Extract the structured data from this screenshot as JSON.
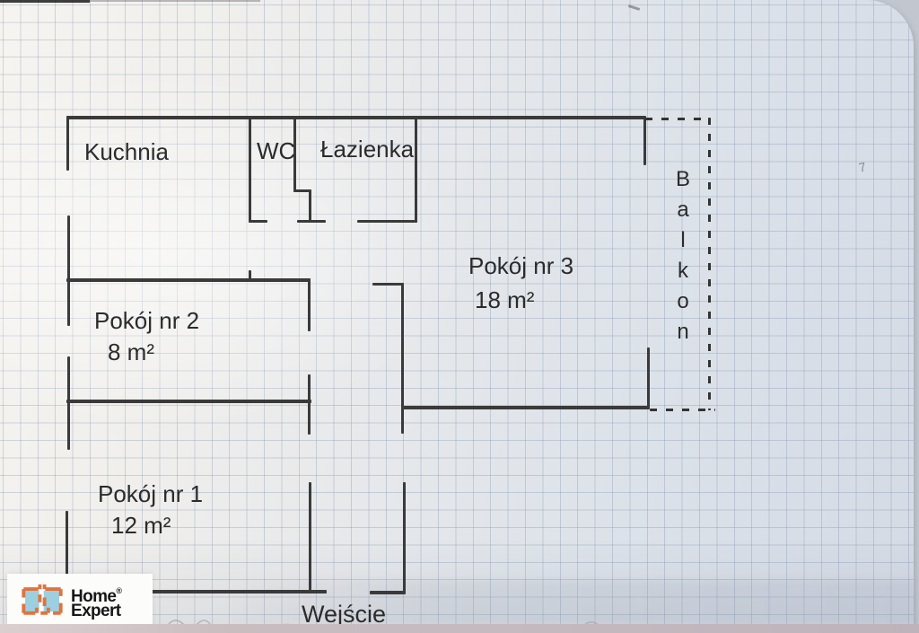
{
  "rooms": [
    {
      "name": "Kuchnia"
    },
    {
      "name": "WC"
    },
    {
      "name": "Łazienka"
    },
    {
      "name": "Pokój nr 3",
      "area": "18 m²"
    },
    {
      "name": "Pokój nr 2",
      "area": "8 m²"
    },
    {
      "name": "Pokój nr 1",
      "area": "12 m²"
    },
    {
      "name": "Balkon",
      "letters": [
        "B",
        "a",
        "l",
        "k",
        "o",
        "n"
      ]
    }
  ],
  "entrance": {
    "label": "Wejście"
  },
  "branding": {
    "line1": "Home",
    "line2": "Expert",
    "registered": "®"
  },
  "annotations": {
    "corner_mark": "7"
  },
  "colors": {
    "ink": "#3a3a3a",
    "paper_left": "#f6f4f0",
    "paper_right": "#d5dbe5",
    "grid_line": "#7288a8",
    "logo_orange": "#dd7440",
    "logo_teal": "#9ccfe0"
  }
}
